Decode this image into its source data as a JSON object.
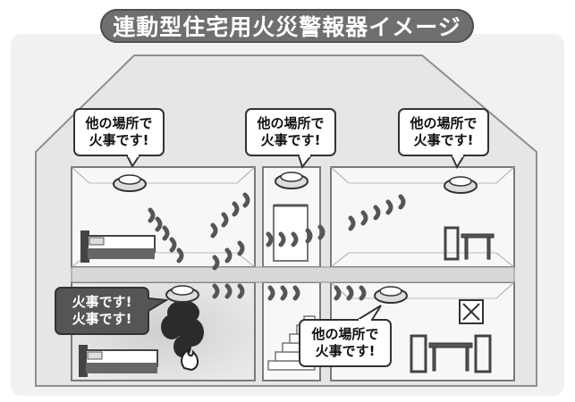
{
  "title": "連動型住宅用火災警報器イメージ",
  "bubbles": {
    "top_left": "他の場所で\n火事です!",
    "top_center": "他の場所で\n火事です!",
    "top_right": "他の場所で\n火事です!",
    "bottom_center": "他の場所で\n火事です!",
    "fire_room": "火事です!\n火事です!"
  },
  "colors": {
    "title_bg": "#6f6f6f",
    "house_fill": "#e6e6e6",
    "room_fill": "#f7f7f7",
    "alarm_bubble": "#555555",
    "smoke": "#2b2b2b"
  },
  "icons": [
    "smoke-alarm-icon",
    "bed-icon",
    "dining-table-icon",
    "ventilation-fan-icon",
    "fire-icon",
    "smoke-icon",
    "sound-wave-icon",
    "stairs-icon",
    "door-icon"
  ]
}
